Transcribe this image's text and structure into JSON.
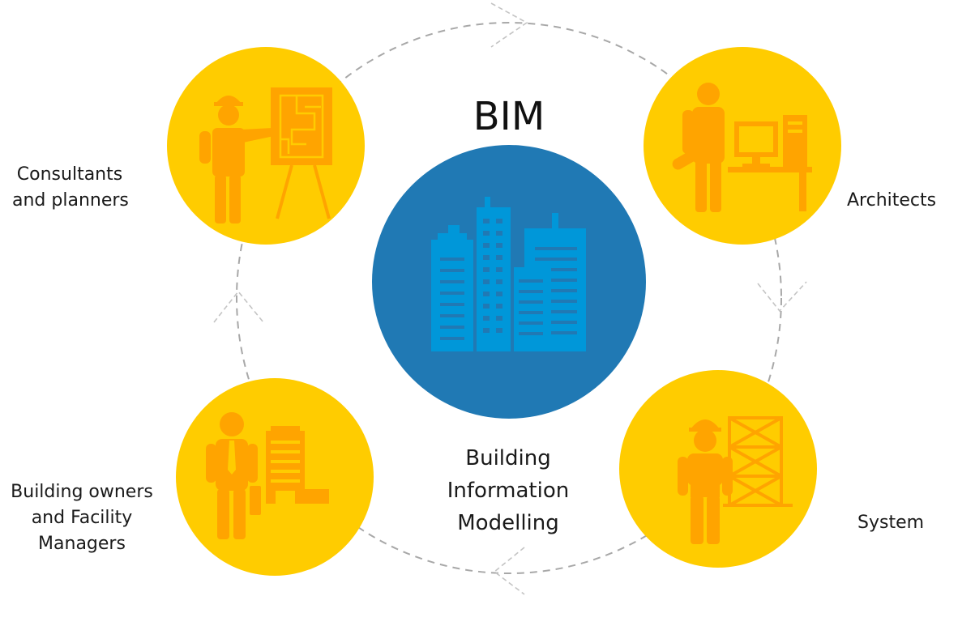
{
  "center": {
    "title": "BIM",
    "subtitle_lines": [
      "Building",
      "Information",
      "Modelling"
    ],
    "icon": "city-buildings-icon"
  },
  "nodes": [
    {
      "id": "consultants",
      "lines": [
        "Consultants",
        "and planners"
      ],
      "icon": "presenter-blueprint-icon"
    },
    {
      "id": "architects",
      "lines": [
        "Architects"
      ],
      "icon": "architect-computer-desk-icon"
    },
    {
      "id": "system",
      "lines": [
        "System"
      ],
      "icon": "construction-worker-scaffold-icon"
    },
    {
      "id": "owners",
      "lines": [
        "Building owners",
        "and Facility",
        "Managers"
      ],
      "icon": "businessman-building-icon"
    }
  ],
  "colors": {
    "node_fill": "#FFCC00",
    "node_icon": "#FFA400",
    "center_fill": "#2079B4",
    "center_icon": "#0097D9",
    "cycle_line": "#A8A8A8",
    "text": "#1A1A1A"
  }
}
